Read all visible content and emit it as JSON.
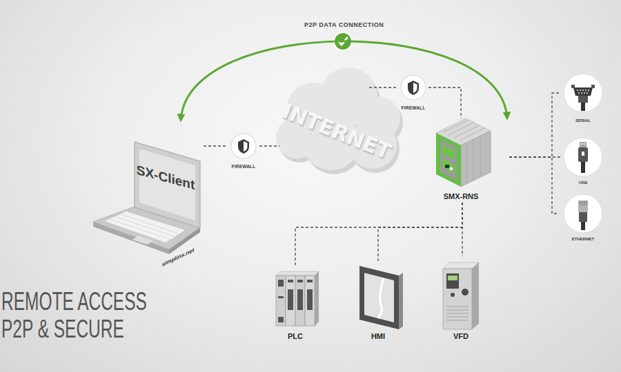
{
  "diagram": {
    "title": "REMOTE ACCESS P2P & SECURE",
    "nodes": [
      {
        "text": [
          "SX-Client",
          "simplinx.net"
        ]
      },
      {
        "text": [
          "FIREWALL"
        ]
      },
      {
        "text": [
          "INTERNET"
        ]
      },
      {
        "text": [
          "FIREWALL"
        ]
      },
      {
        "text": [
          "SMX-RNS"
        ]
      },
      {
        "text": [
          "SERIAL"
        ]
      },
      {
        "text": [
          "USB"
        ]
      },
      {
        "text": [
          "ETHERNET"
        ]
      },
      {
        "text": [
          "PLC"
        ]
      },
      {
        "text": [
          "HMI"
        ]
      },
      {
        "text": [
          "VFD"
        ]
      }
    ],
    "edges": [
      {
        "from": 0,
        "to": 1,
        "arrow": "none"
      },
      {
        "from": 1,
        "to": 2,
        "arrow": "none"
      },
      {
        "from": 2,
        "to": 3,
        "arrow": "none"
      },
      {
        "from": 3,
        "to": 4,
        "arrow": "none"
      },
      {
        "from": 0,
        "to": 4,
        "label": "P2P DATA CONNECTION",
        "arrow": "both"
      },
      {
        "from": 4,
        "to": 5,
        "arrow": "none"
      },
      {
        "from": 4,
        "to": 6,
        "arrow": "none"
      },
      {
        "from": 4,
        "to": 7,
        "arrow": "none"
      },
      {
        "from": 4,
        "to": 8,
        "arrow": "none"
      },
      {
        "from": 4,
        "to": 9,
        "arrow": "none"
      },
      {
        "from": 4,
        "to": 10,
        "arrow": "none"
      }
    ]
  }
}
